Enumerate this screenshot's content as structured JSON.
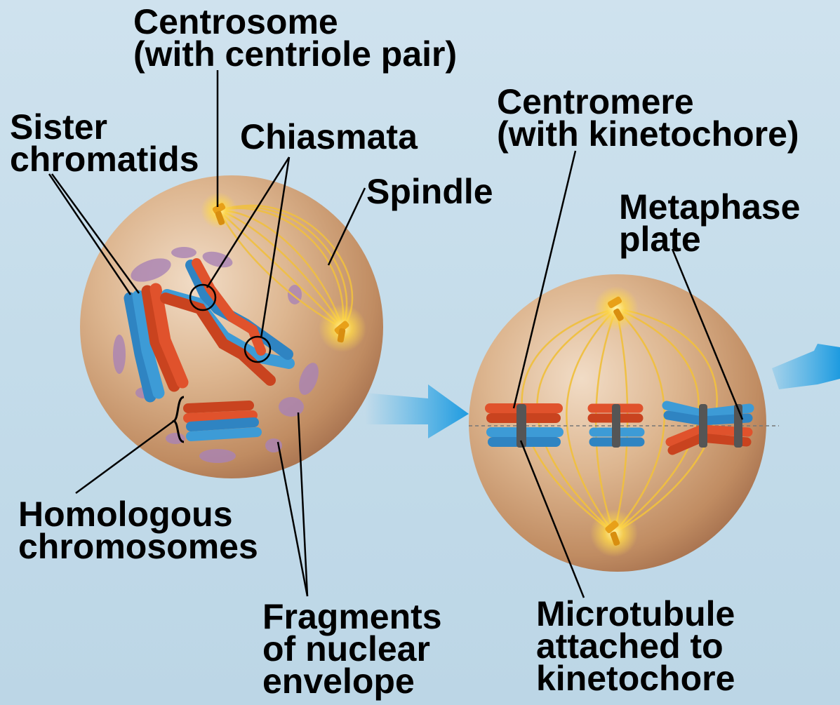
{
  "labels": {
    "centrosome": [
      "Centrosome",
      "(with centriole pair)"
    ],
    "sister_chromatids": [
      "Sister",
      "chromatids"
    ],
    "chiasmata": "Chiasmata",
    "spindle": "Spindle",
    "centromere": [
      "Centromere",
      "(with kinetochore)"
    ],
    "metaphase_plate": [
      "Metaphase",
      "plate"
    ],
    "homologous_chromosomes": [
      "Homologous",
      "chromosomes"
    ],
    "fragments": [
      "Fragments",
      "of nuclear",
      "envelope"
    ],
    "microtubule": [
      "Microtubule",
      "attached to",
      "kinetochore"
    ]
  },
  "colors": {
    "background": "#c8deeb",
    "cell": "#d2a37e",
    "chromatid_red": "#e0522c",
    "chromatid_blue": "#3d9bd6",
    "spindle": "#f0c040",
    "arrow": "#29a6e8",
    "nuclear_fragment": "#a983b5"
  }
}
